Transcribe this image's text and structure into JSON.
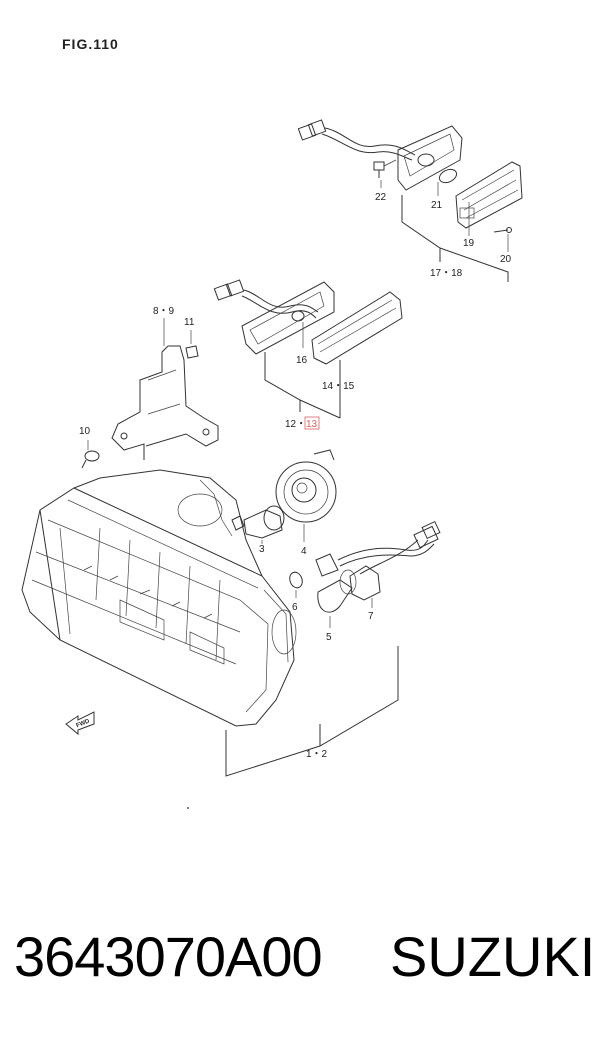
{
  "figure": {
    "title": "FIG.110",
    "callouts": {
      "c1_2": "1・2",
      "c3": "3",
      "c4": "4",
      "c5": "5",
      "c6": "6",
      "c7": "7",
      "c8_9": "8・9",
      "c10": "10",
      "c11": "11",
      "c12": "12・",
      "c13": "13",
      "c14_15": "14・15",
      "c16": "16",
      "c17_18": "17・18",
      "c19": "19",
      "c20": "20",
      "c21": "21",
      "c22": "22"
    },
    "fwd_label": "FWD"
  },
  "footer": {
    "part_number": "3643070A00",
    "brand": "SUZUKI"
  },
  "colors": {
    "line": "#333333",
    "highlight": "#e06060"
  }
}
